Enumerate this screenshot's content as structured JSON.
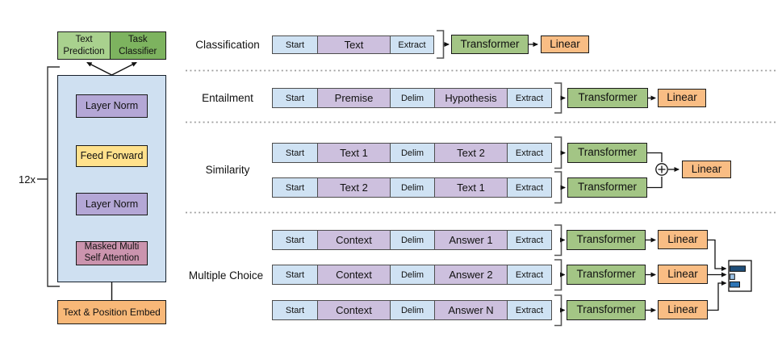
{
  "figure": {
    "description_left": "transformer-decoder-stack",
    "description_right": "task-input-transformations"
  },
  "left_diagram": {
    "repeat_label": "12x",
    "text_prediction": "Text Prediction",
    "task_classifier": "Task Classifier",
    "layer_norm_top": "Layer Norm",
    "feed_forward": "Feed Forward",
    "layer_norm_bottom": "Layer Norm",
    "masked_attention": "Masked Multi Self Attention",
    "embed": "Text & Position Embed",
    "sum_symbol": "+"
  },
  "tasks": [
    {
      "label": "Classification",
      "rows": [
        {
          "tokens": [
            "Start",
            "Text",
            "Extract"
          ],
          "transformer": "Transformer",
          "linear": "Linear"
        }
      ]
    },
    {
      "label": "Entailment",
      "rows": [
        {
          "tokens": [
            "Start",
            "Premise",
            "Delim",
            "Hypothesis",
            "Extract"
          ],
          "transformer": "Transformer",
          "linear": "Linear"
        }
      ]
    },
    {
      "label": "Similarity",
      "rows": [
        {
          "tokens": [
            "Start",
            "Text 1",
            "Delim",
            "Text 2",
            "Extract"
          ],
          "transformer": "Transformer"
        },
        {
          "tokens": [
            "Start",
            "Text 2",
            "Delim",
            "Text 1",
            "Extract"
          ],
          "transformer": "Transformer"
        }
      ],
      "merge_symbol": "+",
      "linear": "Linear"
    },
    {
      "label": "Multiple Choice",
      "rows": [
        {
          "tokens": [
            "Start",
            "Context",
            "Delim",
            "Answer 1",
            "Extract"
          ],
          "transformer": "Transformer",
          "linear": "Linear"
        },
        {
          "tokens": [
            "Start",
            "Context",
            "Delim",
            "Answer 2",
            "Extract"
          ],
          "transformer": "Transformer",
          "linear": "Linear"
        },
        {
          "tokens": [
            "Start",
            "Context",
            "Delim",
            "Answer N",
            "Extract"
          ],
          "transformer": "Transformer",
          "linear": "Linear"
        }
      ]
    }
  ],
  "colors": {
    "token_blue": "#cfe2f3",
    "token_purple": "#cdc0de",
    "transformer_green": "#a3c585",
    "linear_orange": "#f9bd84",
    "prediction_green": "#a9d18e",
    "classifier_green": "#7db35f",
    "block_blue": "#cfe0f1",
    "layer_norm_purple": "#b4a7d6",
    "feed_forward_yellow": "#ffe18c",
    "attention_pink": "#cb94ae",
    "embed_orange": "#f8b878",
    "prob_bar_dark": "#1f4e79",
    "prob_bar_light": "#9dc3e6",
    "prob_bar_mid": "#2e75b6"
  }
}
